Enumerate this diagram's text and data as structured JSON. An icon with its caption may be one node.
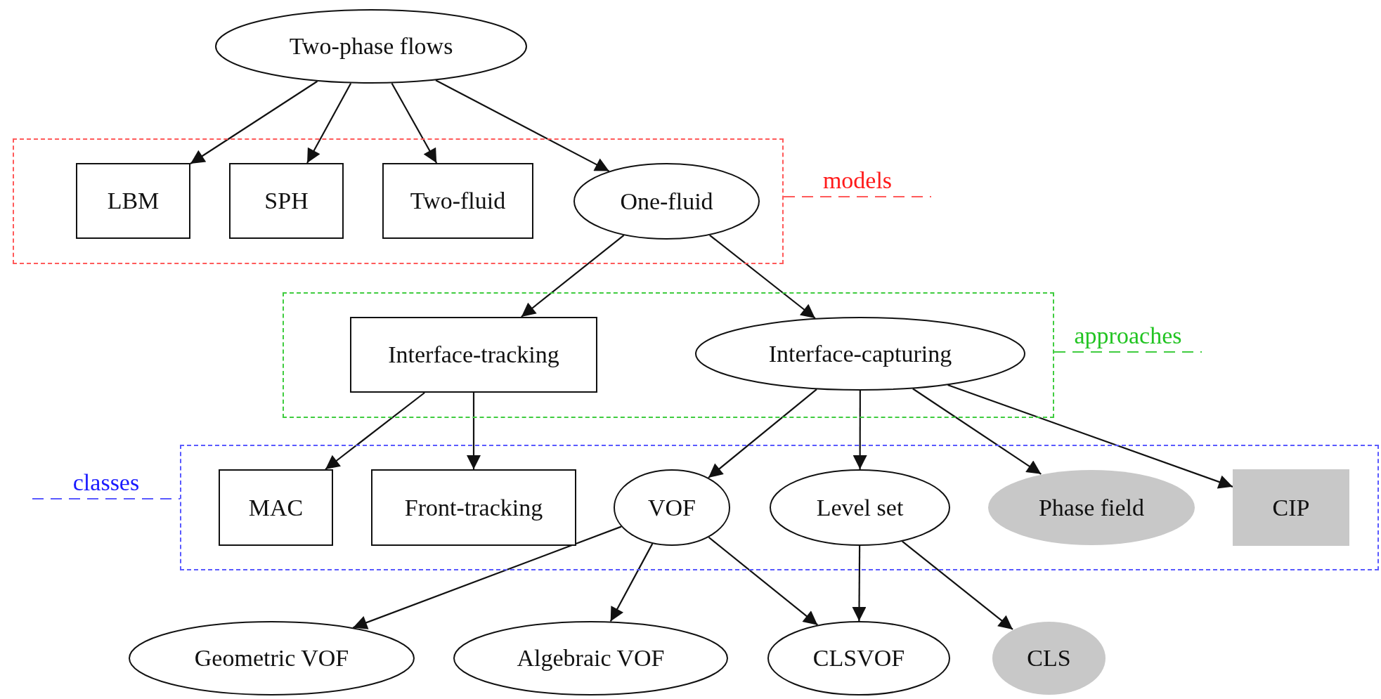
{
  "diagram": {
    "nodes": [
      {
        "text": [
          "Two-phase flows"
        ]
      },
      {
        "text": [
          "models"
        ]
      },
      {
        "text": [
          "LBM"
        ],
        "in": 1
      },
      {
        "text": [
          "SPH"
        ],
        "in": 1
      },
      {
        "text": [
          "Two-fluid"
        ],
        "in": 1
      },
      {
        "text": [
          "One-fluid"
        ],
        "in": 1
      },
      {
        "text": [
          "approaches"
        ]
      },
      {
        "text": [
          "Interface-tracking"
        ],
        "in": 6
      },
      {
        "text": [
          "Interface-capturing"
        ],
        "in": 6
      },
      {
        "text": [
          "classes"
        ]
      },
      {
        "text": [
          "MAC"
        ],
        "in": 9
      },
      {
        "text": [
          "Front-tracking"
        ],
        "in": 9
      },
      {
        "text": [
          "VOF"
        ],
        "in": 9
      },
      {
        "text": [
          "Level set"
        ],
        "in": 9
      },
      {
        "text": [
          "Phase field"
        ],
        "in": 9
      },
      {
        "text": [
          "CIP"
        ],
        "in": 9
      },
      {
        "text": [
          "Geometric VOF"
        ]
      },
      {
        "text": [
          "Algebraic VOF"
        ]
      },
      {
        "text": [
          "CLSVOF"
        ]
      },
      {
        "text": [
          "CLS"
        ]
      }
    ],
    "edges": [
      {
        "from": 0,
        "to": 2,
        "arrow": "to"
      },
      {
        "from": 0,
        "to": 3,
        "arrow": "to"
      },
      {
        "from": 0,
        "to": 4,
        "arrow": "to"
      },
      {
        "from": 0,
        "to": 5,
        "arrow": "to"
      },
      {
        "from": 5,
        "to": 7,
        "arrow": "to"
      },
      {
        "from": 5,
        "to": 8,
        "arrow": "to"
      },
      {
        "from": 7,
        "to": 10,
        "arrow": "to"
      },
      {
        "from": 7,
        "to": 11,
        "arrow": "to"
      },
      {
        "from": 8,
        "to": 12,
        "arrow": "to"
      },
      {
        "from": 8,
        "to": 13,
        "arrow": "to"
      },
      {
        "from": 8,
        "to": 14,
        "arrow": "to"
      },
      {
        "from": 8,
        "to": 15,
        "arrow": "to"
      },
      {
        "from": 12,
        "to": 16,
        "arrow": "to"
      },
      {
        "from": 12,
        "to": 17,
        "arrow": "to"
      },
      {
        "from": 12,
        "to": 18,
        "arrow": "to"
      },
      {
        "from": 13,
        "to": 18,
        "arrow": "to"
      },
      {
        "from": 13,
        "to": 19,
        "arrow": "to"
      }
    ]
  }
}
